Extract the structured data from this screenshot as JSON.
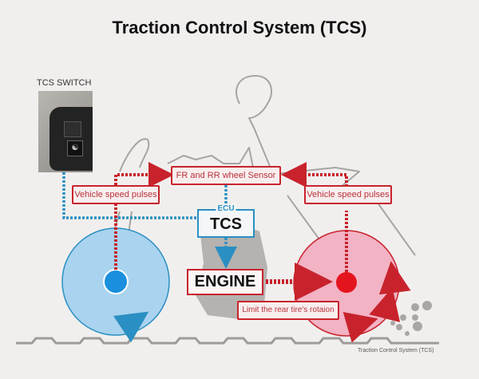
{
  "title": "Traction Control System (TCS)",
  "switch": {
    "label": "TCS SWITCH"
  },
  "boxes": {
    "sensor": "FR and RR wheel Sensor",
    "front_pulses": "Vehicle speed pulses",
    "rear_pulses": "Vehicle speed pulses",
    "ecu_label": "ECU",
    "ecu_tcs": "TCS",
    "engine": "ENGINE",
    "limit": "Limit the rear tire's rotaion"
  },
  "caption": "Traction Control System (TCS)",
  "colors": {
    "red": "#c8232c",
    "blue": "#2a8fc2",
    "front_wheel": "#a9d3ef",
    "rear_wheel": "#f2b3c4",
    "outline": "#a7a4a2"
  }
}
